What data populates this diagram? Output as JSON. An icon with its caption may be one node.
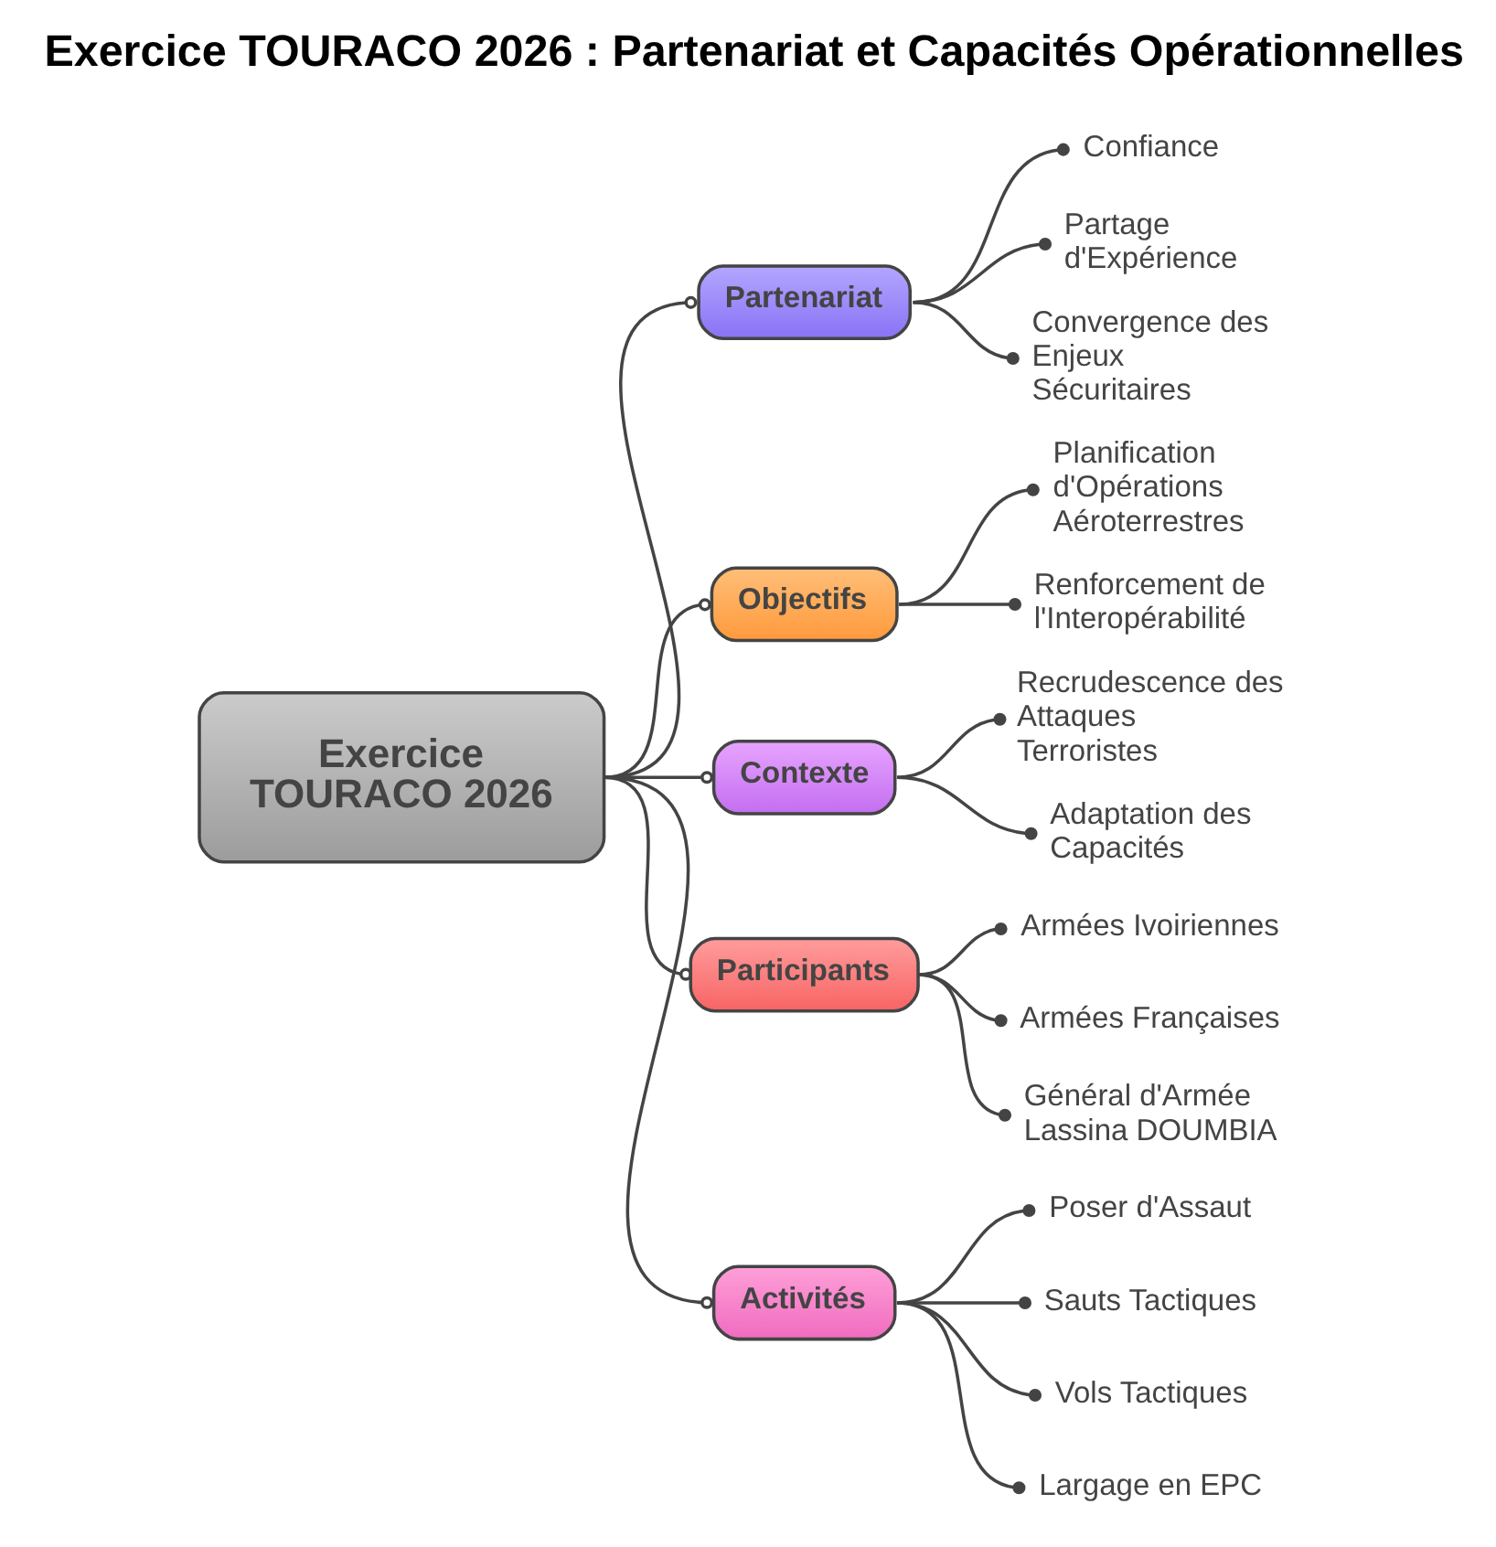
{
  "diagram": {
    "title": "Exercice TOURACO 2026 : Partenariat et Capacités Opérationnelles",
    "nodes": [
      {
        "text": [
          "Partenariat"
        ]
      },
      {
        "text": [
          "Confiance"
        ]
      },
      {
        "text": [
          "Partage d'Expérience"
        ]
      },
      {
        "text": [
          "Convergence des Enjeux Sécuritaires"
        ]
      },
      {
        "text": [
          "Objectifs"
        ]
      },
      {
        "text": [
          "Planification d'Opérations Aéroterrestres"
        ]
      },
      {
        "text": [
          "Renforcement de l'Interopérabilité"
        ]
      },
      {
        "text": [
          "Contexte"
        ]
      },
      {
        "text": [
          "Recrudescence des Attaques Terroristes"
        ]
      },
      {
        "text": [
          "Adaptation des Capacités"
        ]
      },
      {
        "text": [
          "Exercice TOURACO 2026"
        ]
      },
      {
        "text": [
          "Participants"
        ]
      },
      {
        "text": [
          "Armées Ivoiriennes"
        ]
      },
      {
        "text": [
          "Armées Françaises"
        ]
      },
      {
        "text": [
          "Général d'Armée Lassina DOUMBIA"
        ]
      },
      {
        "text": [
          "Activités"
        ]
      },
      {
        "text": [
          "Poser d'Assaut"
        ]
      },
      {
        "text": [
          "Sauts Tactiques"
        ]
      },
      {
        "text": [
          "Vols Tactiques"
        ]
      },
      {
        "text": [
          "Largage en EPC"
        ]
      }
    ],
    "edges": [
      {
        "from": 10,
        "to": 0,
        "arrow": "other"
      },
      {
        "from": 10,
        "to": 4,
        "arrow": "other"
      },
      {
        "from": 10,
        "to": 7,
        "arrow": "other"
      },
      {
        "from": 10,
        "to": 11,
        "arrow": "other"
      },
      {
        "from": 10,
        "to": 15,
        "arrow": "other"
      },
      {
        "from": 0,
        "to": 1,
        "arrow": "other"
      },
      {
        "from": 0,
        "to": 2,
        "arrow": "other"
      },
      {
        "from": 0,
        "to": 3,
        "arrow": "other"
      },
      {
        "from": 4,
        "to": 5,
        "arrow": "other"
      },
      {
        "from": 4,
        "to": 6,
        "arrow": "other"
      },
      {
        "from": 7,
        "to": 8,
        "arrow": "other"
      },
      {
        "from": 7,
        "to": 9,
        "arrow": "other"
      },
      {
        "from": 11,
        "to": 12,
        "arrow": "other"
      },
      {
        "from": 11,
        "to": 13,
        "arrow": "other"
      },
      {
        "from": 11,
        "to": 14,
        "arrow": "other"
      },
      {
        "from": 15,
        "to": 16,
        "arrow": "other"
      },
      {
        "from": 15,
        "to": 17,
        "arrow": "other"
      },
      {
        "from": 15,
        "to": 18,
        "arrow": "other"
      },
      {
        "from": 15,
        "to": 19,
        "arrow": "other"
      }
    ]
  }
}
